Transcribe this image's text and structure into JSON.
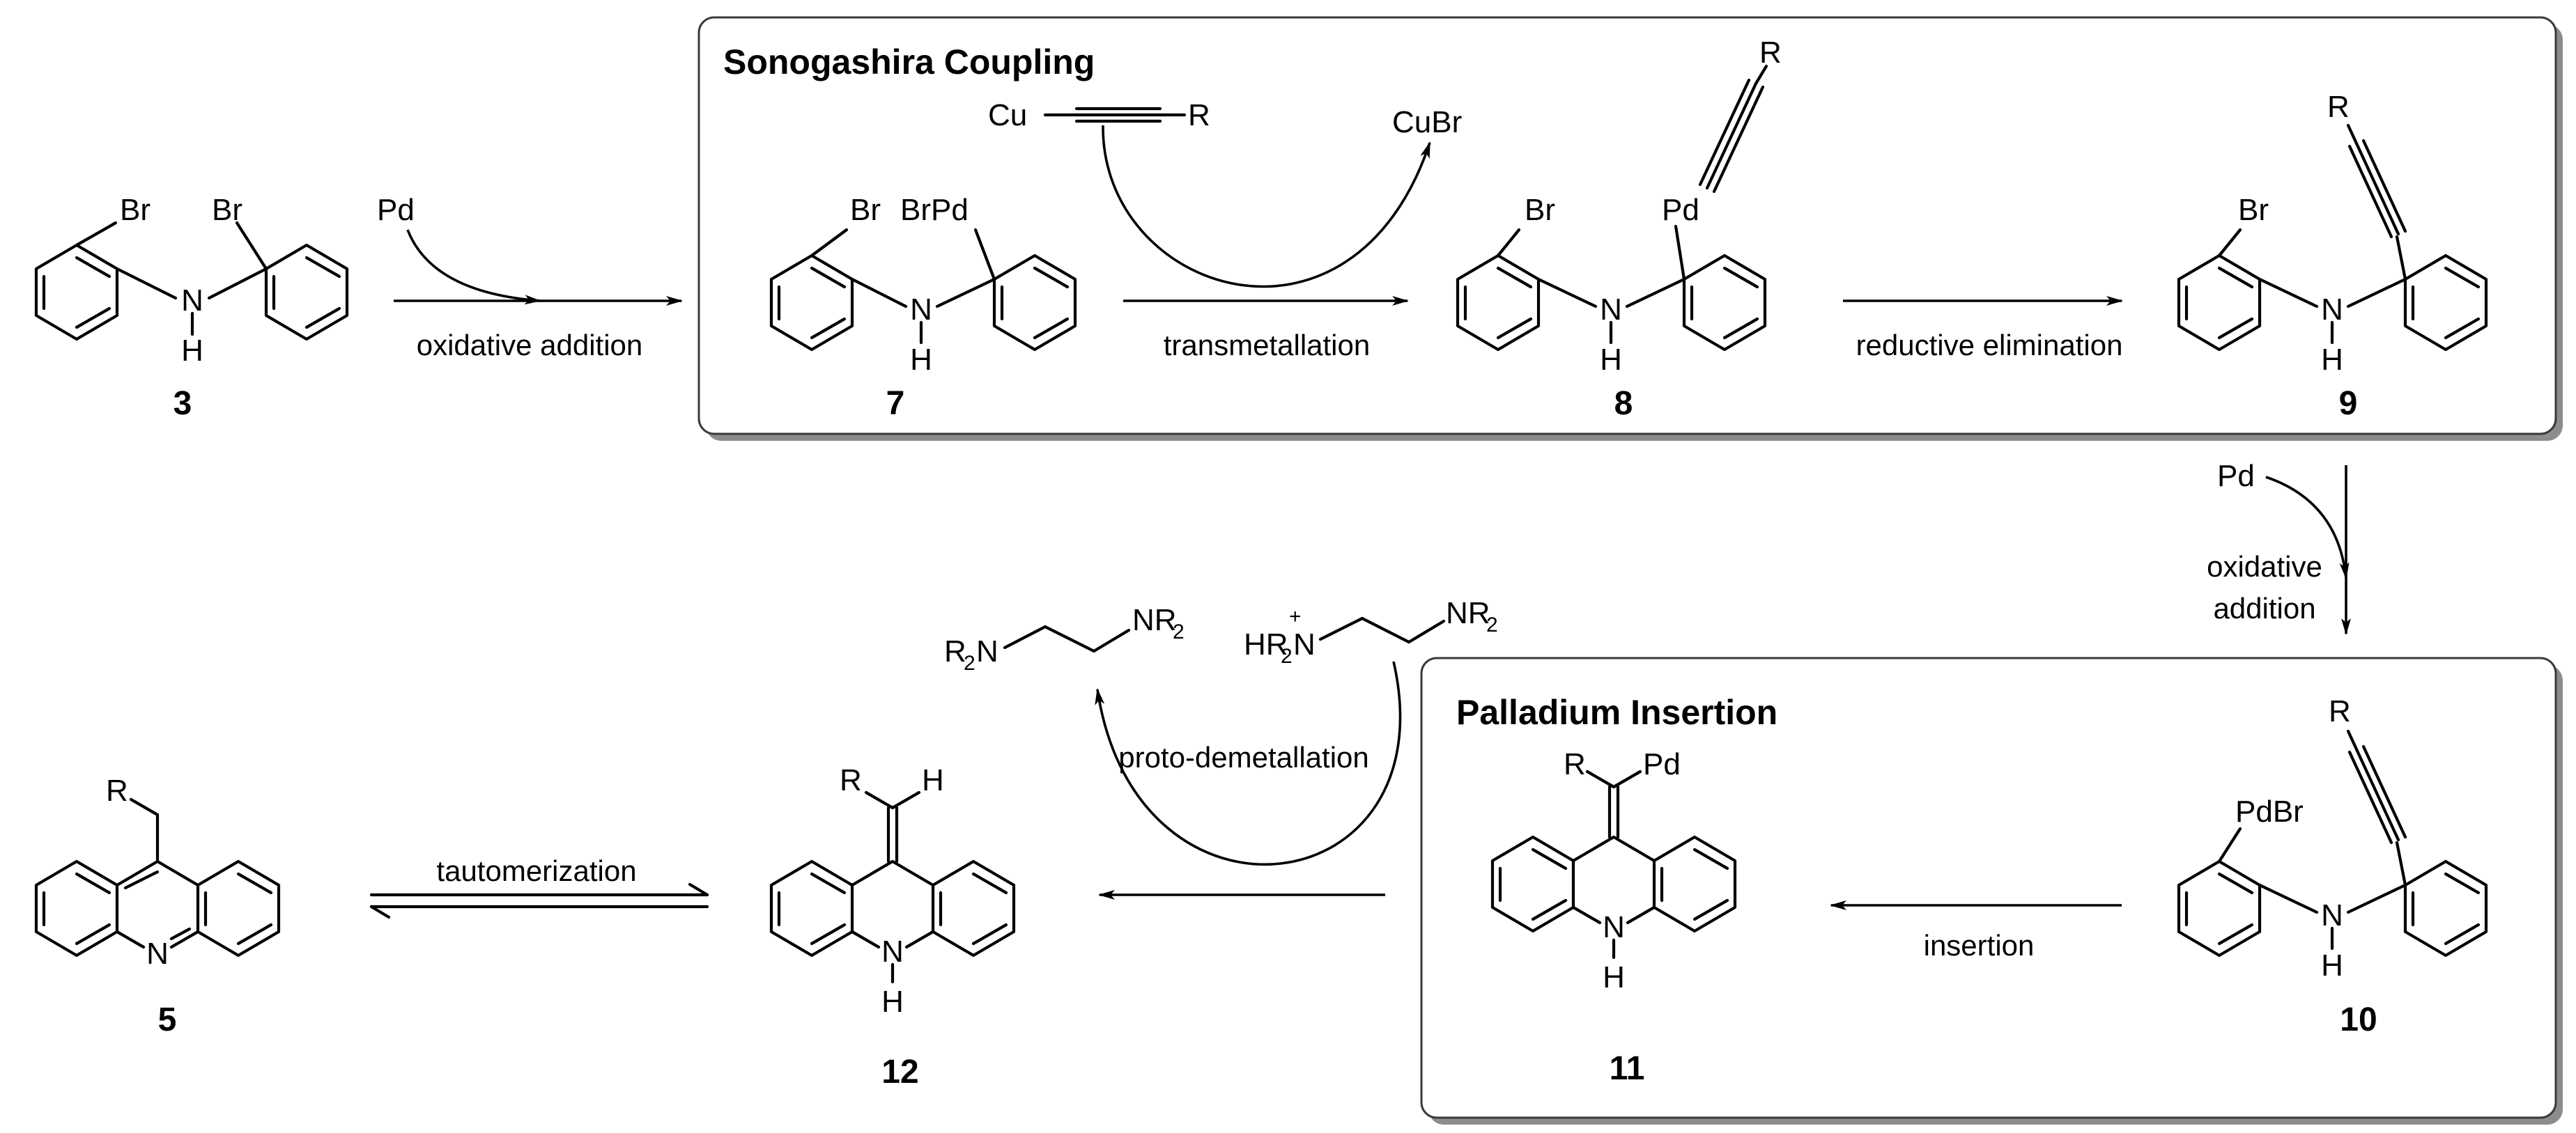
{
  "boxes": {
    "sonogashira": {
      "title": "Sonogashira Coupling"
    },
    "insertion": {
      "title": "Palladium Insertion"
    }
  },
  "compounds": {
    "c3": {
      "number": "3",
      "atoms": {
        "br_left": "Br",
        "br_right": "Br",
        "n": "N",
        "h": "H"
      }
    },
    "c7": {
      "number": "7",
      "atoms": {
        "br": "Br",
        "brpd": "BrPd",
        "n": "N",
        "h": "H"
      }
    },
    "c8": {
      "number": "8",
      "atoms": {
        "br": "Br",
        "pd": "Pd",
        "r": "R",
        "n": "N",
        "h": "H"
      }
    },
    "c9": {
      "number": "9",
      "atoms": {
        "br": "Br",
        "r": "R",
        "n": "N",
        "h": "H"
      }
    },
    "c10": {
      "number": "10",
      "atoms": {
        "pdbr": "PdBr",
        "r": "R",
        "n": "N",
        "h": "H"
      }
    },
    "c11": {
      "number": "11",
      "atoms": {
        "r": "R",
        "pd": "Pd",
        "n": "N",
        "h": "H"
      }
    },
    "c12": {
      "number": "12",
      "atoms": {
        "r": "R",
        "h_vinyl": "H",
        "n": "N",
        "h": "H"
      }
    },
    "c5": {
      "number": "5",
      "atoms": {
        "r": "R",
        "n": "N"
      }
    }
  },
  "reagents": {
    "pd_top": "Pd",
    "pd_right": "Pd",
    "cu_acetylide": {
      "cu": "Cu",
      "r": "R"
    },
    "cubr": "CuBr",
    "diamine": {
      "r2n": "R",
      "r2n_sub": "2",
      "n_suffix": "N",
      "nr": "NR",
      "nr_sub": "2"
    },
    "ammonium": {
      "hr": "HR",
      "hr_sub": "2",
      "plus": "+",
      "n": "N",
      "nr": "NR",
      "nr_sub": "2"
    }
  },
  "steps": {
    "oxidative_addition_1": "oxidative addition",
    "transmetallation": "transmetallation",
    "reductive_elimination": "reductive elimination",
    "oxidative_addition_2_line1": "oxidative",
    "oxidative_addition_2_line2": "addition",
    "insertion": "insertion",
    "proto_demetallation": "proto-demetallation",
    "tautomerization": "tautomerization"
  }
}
